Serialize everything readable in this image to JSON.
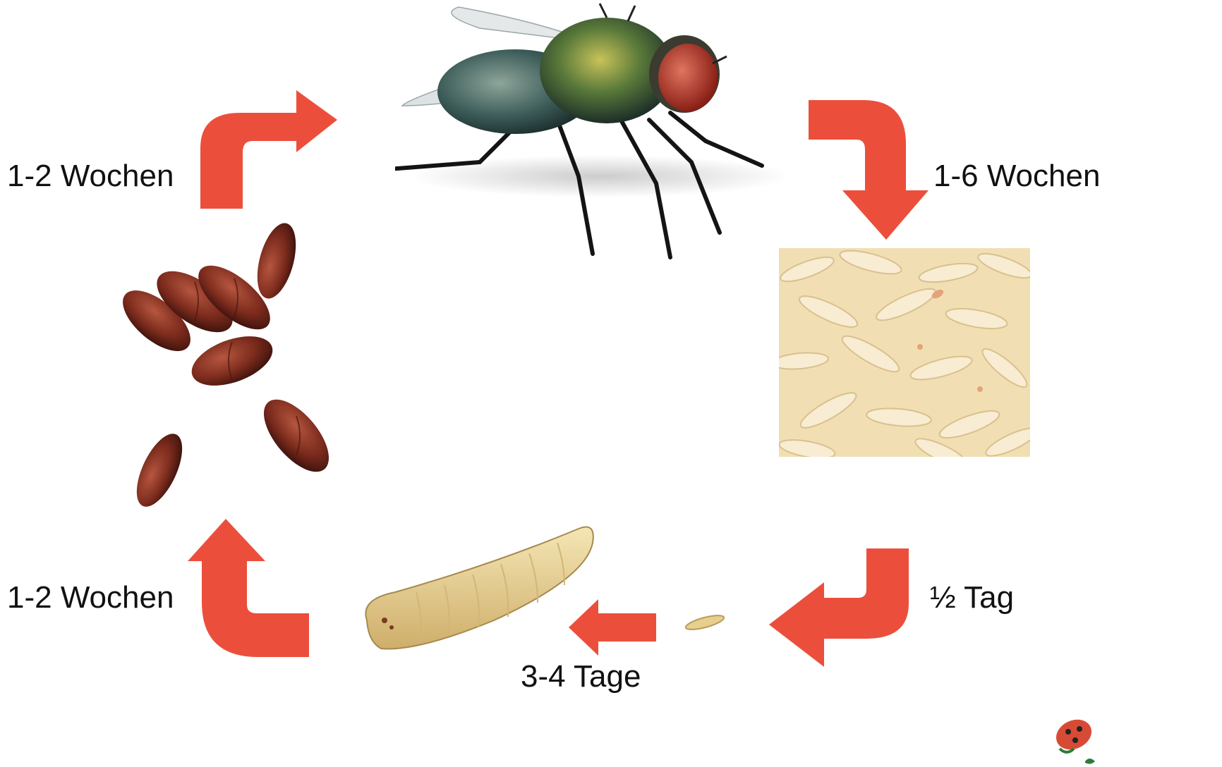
{
  "colors": {
    "arrow": "#eb4f3c",
    "text": "#111111"
  },
  "labels": {
    "adult_to_eggs": "1-6 Wochen",
    "eggs_to_hatch": "½ Tag",
    "larva_growth": "3-4 Tage",
    "larva_to_pupa": "1-2 Wochen",
    "pupa_to_adult": "1-2 Wochen"
  },
  "stages": [
    "fly-adult",
    "eggs-on-rice",
    "young-larva",
    "larva",
    "pupae"
  ]
}
